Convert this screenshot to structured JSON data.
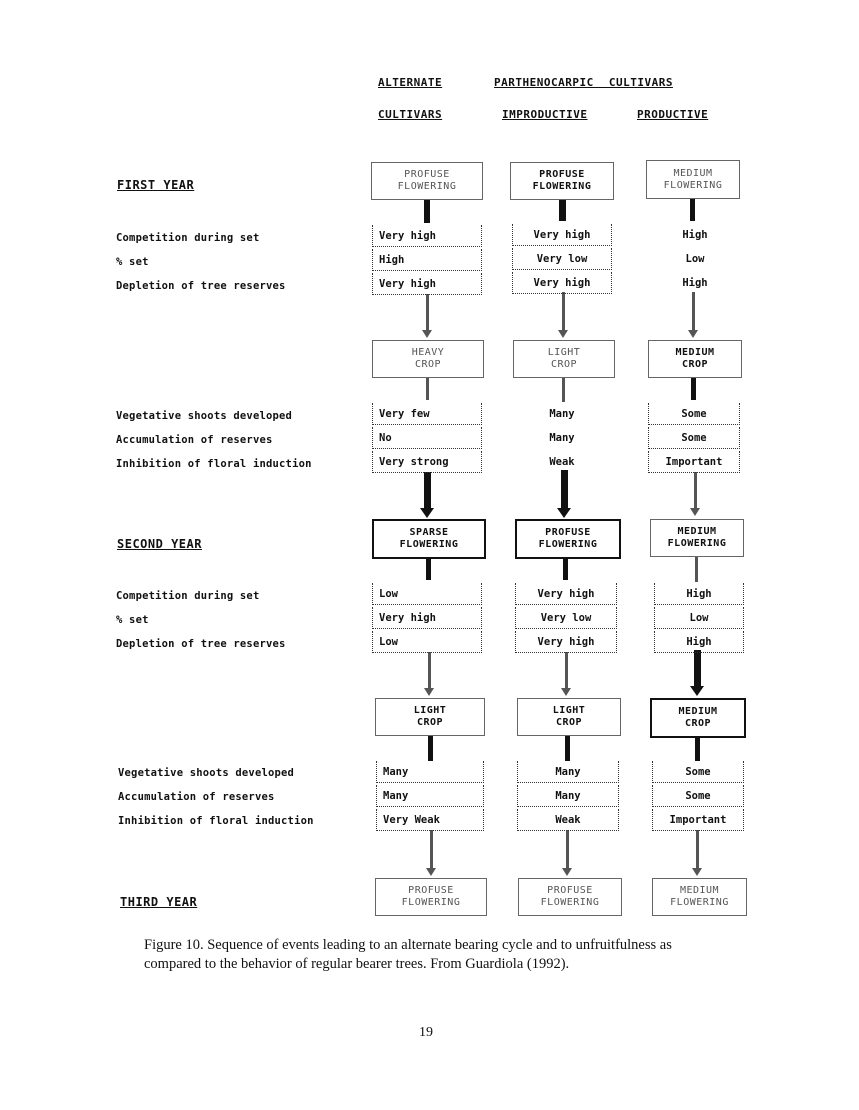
{
  "headers": {
    "alternate_line1": "ALTERNATE",
    "alternate_line2": "CULTIVARS",
    "parthenocarpic": "PARTHENOCARPIC CULTIVARS",
    "improductive": "IMPRODUCTIVE",
    "productive": "PRODUCTIVE"
  },
  "years": {
    "first": "FIRST YEAR",
    "second": "SECOND YEAR",
    "third": "THIRD YEAR"
  },
  "row_labels": {
    "competition": "Competition during set",
    "set_pct": "% set",
    "depletion": "Depletion of tree reserves",
    "vegetative": "Vegetative shoots developed",
    "accumulation": "Accumulation of reserves",
    "inhibition": "Inhibition of floral induction"
  },
  "boxes": {
    "y1_flow": {
      "alt": [
        "PROFUSE",
        "FLOWERING"
      ],
      "imp": [
        "PROFUSE",
        "FLOWERING"
      ],
      "pro": [
        "MEDIUM",
        "FLOWERING"
      ]
    },
    "y1_crop": {
      "alt": [
        "HEAVY",
        "CROP"
      ],
      "imp": [
        "LIGHT",
        "CROP"
      ],
      "pro": [
        "MEDIUM",
        "CROP"
      ]
    },
    "y2_flow": {
      "alt": [
        "SPARSE",
        "FLOWERING"
      ],
      "imp": [
        "PROFUSE",
        "FLOWERING"
      ],
      "pro": [
        "MEDIUM",
        "FLOWERING"
      ]
    },
    "y2_crop": {
      "alt": [
        "LIGHT",
        "CROP"
      ],
      "imp": [
        "LIGHT",
        "CROP"
      ],
      "pro": [
        "MEDIUM",
        "CROP"
      ]
    },
    "y3_flow": {
      "alt": [
        "PROFUSE",
        "FLOWERING"
      ],
      "imp": [
        "PROFUSE",
        "FLOWERING"
      ],
      "pro": [
        "MEDIUM",
        "FLOWERING"
      ]
    }
  },
  "values": {
    "b1": {
      "alt": [
        "Very high",
        "High",
        "Very high"
      ],
      "imp": [
        "Very high",
        "Very low",
        "Very high"
      ],
      "pro": [
        "High",
        "Low",
        "High"
      ]
    },
    "b2": {
      "alt": [
        "Very few",
        "No",
        "Very strong"
      ],
      "imp": [
        "Many",
        "Many",
        "Weak"
      ],
      "pro": [
        "Some",
        "Some",
        "Important"
      ]
    },
    "b3": {
      "alt": [
        "Low",
        "Very high",
        "Low"
      ],
      "imp": [
        "Very high",
        "Very low",
        "Very high"
      ],
      "pro": [
        "High",
        "Low",
        "High"
      ]
    },
    "b4": {
      "alt": [
        "Many",
        "Many",
        "Very Weak"
      ],
      "imp": [
        "Many",
        "Many",
        "Weak"
      ],
      "pro": [
        "Some",
        "Some",
        "Important"
      ]
    }
  },
  "caption": "Figure 10. Sequence of events leading to an alternate bearing cycle and to unfruitfulness as compared to the behavior of regular bearer trees. From Guardiola (1992).",
  "page_number": "19"
}
